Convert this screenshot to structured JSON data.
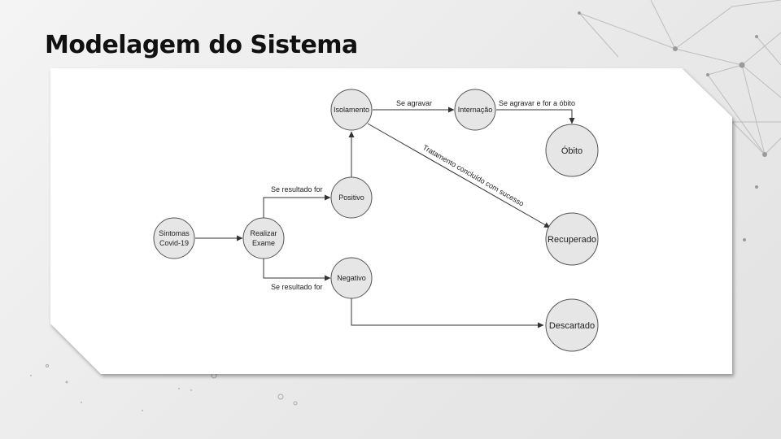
{
  "slide": {
    "title": "Modelagem do Sistema"
  },
  "diagram": {
    "nodes": {
      "sintomas": {
        "lines": [
          "Sintomas",
          "Covid-19"
        ]
      },
      "exame": {
        "lines": [
          "Realizar",
          "Exame"
        ]
      },
      "positivo": {
        "lines": [
          "Positivo"
        ]
      },
      "negativo": {
        "lines": [
          "Negativo"
        ]
      },
      "isolamento": {
        "lines": [
          "Isolamento"
        ]
      },
      "internacao": {
        "lines": [
          "Internação"
        ]
      },
      "obito": {
        "lines": [
          "Óbito"
        ]
      },
      "recuperado": {
        "lines": [
          "Recuperado"
        ]
      },
      "descartado": {
        "lines": [
          "Descartado"
        ]
      }
    },
    "edges": {
      "exame_positivo": "Se resultado for",
      "exame_negativo": "Se resultado for",
      "isolamento_internacao": "Se agravar",
      "internacao_obito": "Se agravar e for a óbito",
      "isolamento_recuperado": "Tratamento concluído com sucesso"
    },
    "colors": {
      "node_fill": "#e6e6e6",
      "node_stroke": "#555555",
      "edge": "#333333",
      "card": "#ffffff"
    }
  }
}
